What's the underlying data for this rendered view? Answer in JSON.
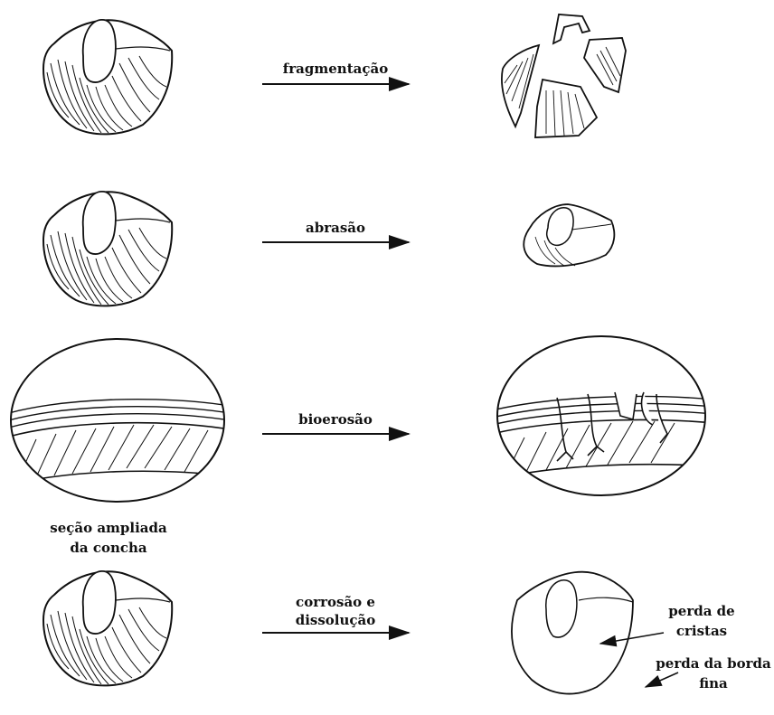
{
  "processes": [
    {
      "label": "fragmentação"
    },
    {
      "label": "abrasão"
    },
    {
      "label": "bioerosão"
    },
    {
      "label_lines": [
        "corrosão e",
        "dissolução"
      ]
    }
  ],
  "section_caption": [
    "seção ampliada",
    "da concha"
  ],
  "annotations": {
    "ridges": [
      "perda de",
      "cristas"
    ],
    "edge": [
      "perda da borda",
      "fina"
    ]
  },
  "colors": {
    "ink": "#111111",
    "background": "#ffffff"
  }
}
